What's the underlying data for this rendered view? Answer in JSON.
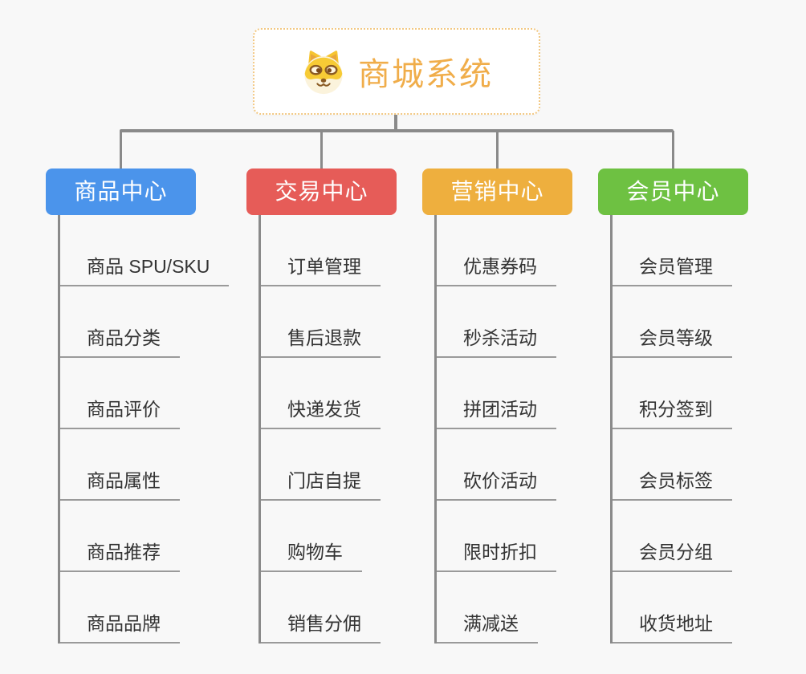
{
  "root": {
    "title": "商城系统",
    "icon": "doge-icon"
  },
  "branches": [
    {
      "label": "商品中心",
      "color": "#4B94EB",
      "items": [
        "商品 SPU/SKU",
        "商品分类",
        "商品评价",
        "商品属性",
        "商品推荐",
        "商品品牌"
      ]
    },
    {
      "label": "交易中心",
      "color": "#E65C58",
      "items": [
        "订单管理",
        "售后退款",
        "快递发货",
        "门店自提",
        "购物车",
        "销售分佣"
      ]
    },
    {
      "label": "营销中心",
      "color": "#EEAF3E",
      "items": [
        "优惠券码",
        "秒杀活动",
        "拼团活动",
        "砍价活动",
        "限时折扣",
        "满减送"
      ]
    },
    {
      "label": "会员中心",
      "color": "#6EC142",
      "items": [
        "会员管理",
        "会员等级",
        "积分签到",
        "会员标签",
        "会员分组",
        "收货地址"
      ]
    }
  ],
  "colors": {
    "background": "#F8F8F8",
    "connector": "#8A8A8A",
    "underline": "#9A9A9A",
    "root_border": "#F2C883",
    "root_title": "#F0AD4A",
    "leaf_text": "#333333"
  }
}
